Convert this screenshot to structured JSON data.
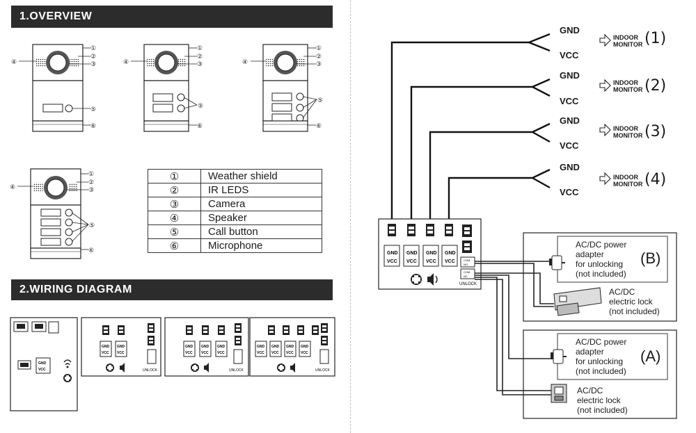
{
  "sections": {
    "overview_title": "1.OVERVIEW",
    "wiring_title": "2.WIRING DIAGRAM"
  },
  "callouts": [
    "①",
    "②",
    "③",
    "④",
    "⑤",
    "⑥"
  ],
  "legend": [
    {
      "num": "①",
      "label": "Weather shield"
    },
    {
      "num": "②",
      "label": "IR LEDS"
    },
    {
      "num": "③",
      "label": "Camera"
    },
    {
      "num": "④",
      "label": "Speaker"
    },
    {
      "num": "⑤",
      "label": "Call button"
    },
    {
      "num": "⑥",
      "label": "Microphone"
    }
  ],
  "terminal_labels": {
    "gnd": "GND",
    "vcc": "VCC",
    "unlock": "UNLOCK",
    "com": "COM",
    "no": "NO",
    "nc": "NC"
  },
  "monitors": [
    {
      "gnd": "GND",
      "vcc": "VCC",
      "line1": "INDOOR",
      "line2": "MONITOR",
      "num": "(1)"
    },
    {
      "gnd": "GND",
      "vcc": "VCC",
      "line1": "INDOOR",
      "line2": "MONITOR",
      "num": "(2)"
    },
    {
      "gnd": "GND",
      "vcc": "VCC",
      "line1": "INDOOR",
      "line2": "MONITOR",
      "num": "(3)"
    },
    {
      "gnd": "GND",
      "vcc": "VCC",
      "line1": "INDOOR",
      "line2": "MONITOR",
      "num": "(4)"
    }
  ],
  "lock_boxes": [
    {
      "letter": "(B)",
      "adapter": [
        "AC/DC power",
        "adapter",
        "for unlocking",
        "(not included)"
      ],
      "lock": [
        "AC/DC",
        "electric lock",
        "(not included)"
      ]
    },
    {
      "letter": "(A)",
      "adapter": [
        "AC/DC power",
        "adapter",
        "for unlocking",
        "(not included)"
      ],
      "lock": [
        "AC/DC",
        "electric lock",
        "(not included)"
      ]
    }
  ]
}
